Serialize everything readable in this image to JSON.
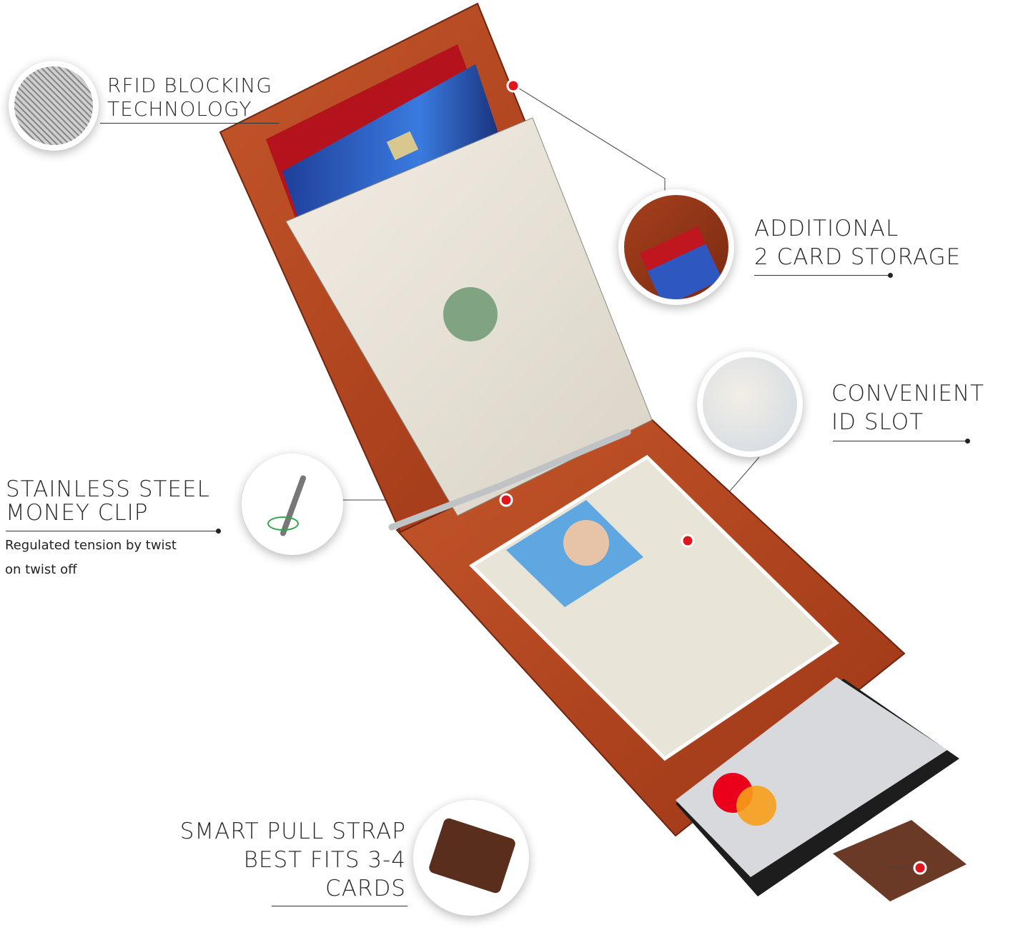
{
  "callouts": {
    "rfid": {
      "line1": "RFID BLOCKING",
      "line2": "TECHNOLOGY",
      "icon": "padlock-mesh-icon"
    },
    "card_storage": {
      "line1": "ADDITIONAL",
      "line2": "2 CARD STORAGE"
    },
    "id_slot": {
      "line1": "CONVENIENT",
      "line2": "ID SLOT"
    },
    "money_clip": {
      "line1": "STAINLESS STEEL",
      "line2": "MONEY CLIP",
      "desc1": "Regulated tension by twist",
      "desc2": "on twist off"
    },
    "pull_strap": {
      "line1": "SMART PULL STRAP",
      "line2": "BEST FITS 3-4",
      "line3": "CARDS"
    }
  },
  "colors": {
    "leather": "#b4441f",
    "leather_dark": "#7a2a12",
    "marker": "#e0161c",
    "text": "#2a2a2a"
  }
}
